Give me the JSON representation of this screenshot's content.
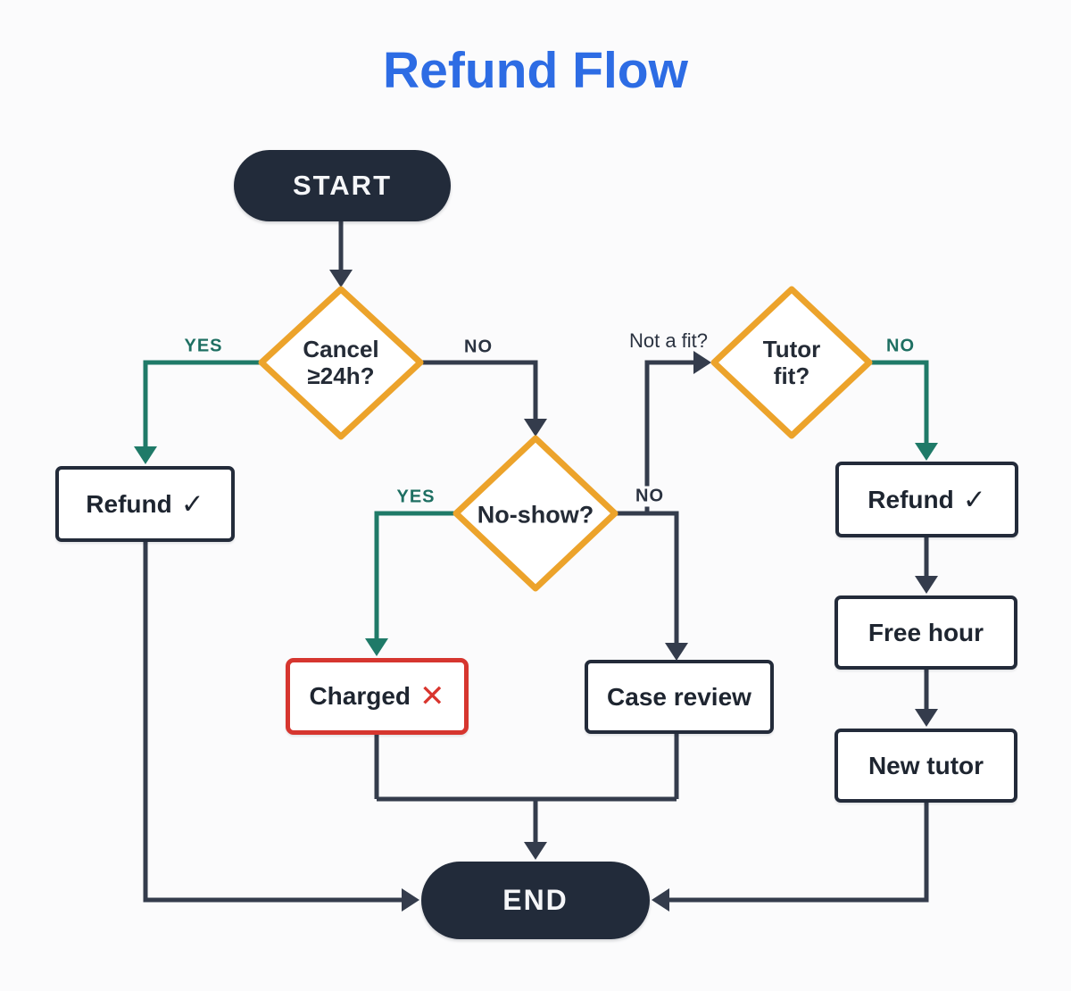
{
  "title": "Refund Flow",
  "nodes": {
    "start": {
      "label": "START"
    },
    "cancel_decision": {
      "line1": "Cancel",
      "line2": "≥24h?"
    },
    "noshow_decision": {
      "label": "No-show?"
    },
    "tutorfit_decision": {
      "line1": "Tutor",
      "line2": "fit?"
    },
    "refund_left": {
      "label": "Refund",
      "icon": "✓"
    },
    "charged": {
      "label": "Charged",
      "icon": "✕"
    },
    "case_review": {
      "label": "Case review"
    },
    "refund_right": {
      "label": "Refund",
      "icon": "✓"
    },
    "free_hour": {
      "label": "Free hour"
    },
    "new_tutor": {
      "label": "New tutor"
    },
    "end": {
      "label": "END"
    }
  },
  "edge_labels": {
    "cancel_yes": "YES",
    "cancel_no": "NO",
    "noshow_yes": "YES",
    "noshow_no": "NO",
    "not_a_fit": "Not a fit?",
    "tutorfit_no": "NO"
  },
  "colors": {
    "title_blue": "#2d6ce4",
    "terminal_fill": "#222b3a",
    "edge_dark": "#343c4c",
    "decision_border_orange": "#eca32b",
    "branch_green": "#1f7a68",
    "charged_border_red": "#d6362f",
    "charged_x_red": "#d9352e",
    "background": "#fbfbfc"
  }
}
